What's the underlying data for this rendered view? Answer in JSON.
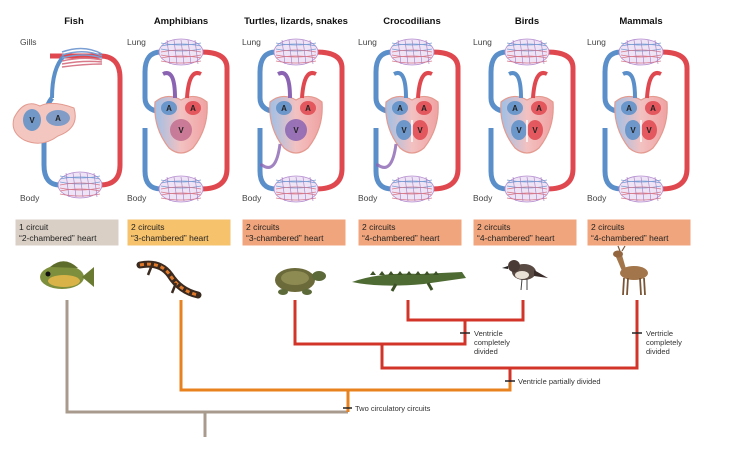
{
  "columns": [
    {
      "title": "Fish",
      "top_label": "Gills",
      "bottom_label": "Body",
      "chambers": [
        "V",
        "A"
      ],
      "box_line1": "1 circuit",
      "box_line2": "“2-chambered” heart",
      "box_color": "#d9cfc4",
      "animal": "bluegill-fish"
    },
    {
      "title": "Amphibians",
      "top_label": "Lung",
      "bottom_label": "Body",
      "chambers": [
        "A",
        "A",
        "V"
      ],
      "box_line1": "2 circuits",
      "box_line2": "“3-chambered” heart",
      "box_color": "#f6c26c",
      "animal": "salamander"
    },
    {
      "title": "Turtles, lizards, snakes",
      "top_label": "Lung",
      "bottom_label": "Body",
      "chambers": [
        "A",
        "A",
        "V"
      ],
      "box_line1": "2 circuits",
      "box_line2": "“3-chambered” heart",
      "box_color": "#f0a57c",
      "animal": "turtle"
    },
    {
      "title": "Crocodilians",
      "top_label": "Lung",
      "bottom_label": "Body",
      "chambers": [
        "A",
        "A",
        "V",
        "V"
      ],
      "box_line1": "2 circuits",
      "box_line2": "“4-chambered” heart",
      "box_color": "#f0a57c",
      "animal": "crocodile"
    },
    {
      "title": "Birds",
      "top_label": "Lung",
      "bottom_label": "Body",
      "chambers": [
        "A",
        "A",
        "V",
        "V"
      ],
      "box_line1": "2 circuits",
      "box_line2": "“4-chambered” heart",
      "box_color": "#f0a57c",
      "animal": "bird"
    },
    {
      "title": "Mammals",
      "top_label": "Lung",
      "bottom_label": "Body",
      "chambers": [
        "A",
        "A",
        "V",
        "V"
      ],
      "box_line1": "2 circuits",
      "box_line2": "“4-chambered” heart",
      "box_color": "#f0a57c",
      "animal": "deer"
    }
  ],
  "annotations": {
    "two_circuits": "Two circulatory circuits",
    "partially_divided": "Ventricle partially divided",
    "completely_divided_1": [
      "Ventricle",
      "completely",
      "divided"
    ],
    "completely_divided_2": [
      "Vertricle",
      "completely",
      "divided"
    ]
  },
  "colors": {
    "oxygen_poor": "#5b8fc9",
    "oxygen_rich": "#e0484f",
    "mixed": "#8a64b3",
    "tree_gray": "#a89a8c",
    "tree_orange": "#e8821e",
    "tree_red": "#d2342a"
  }
}
